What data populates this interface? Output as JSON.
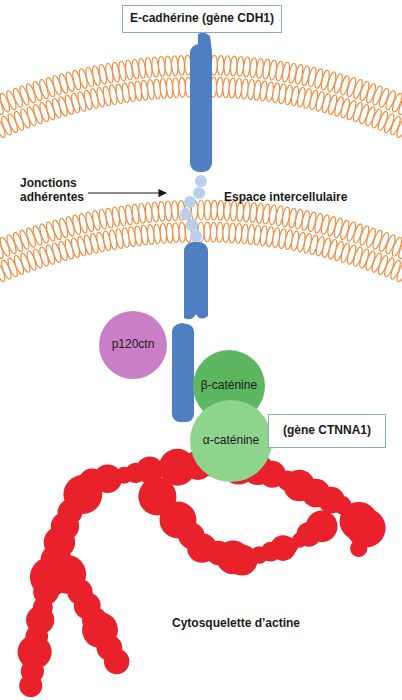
{
  "diagram": {
    "nodes": [
      {
        "text": [
          "E-cadhérine (gène CDH1)"
        ]
      },
      {
        "text": [
          "p120ctn"
        ]
      },
      {
        "text": [
          "β-caténine"
        ]
      },
      {
        "text": [
          "α-caténine"
        ]
      },
      {
        "text": [
          "(gène CTNNA1)"
        ]
      }
    ],
    "labels": [
      "Jonctions adhérentes",
      "Espace intercellulaire",
      "Cytosquelette d’actine"
    ]
  }
}
